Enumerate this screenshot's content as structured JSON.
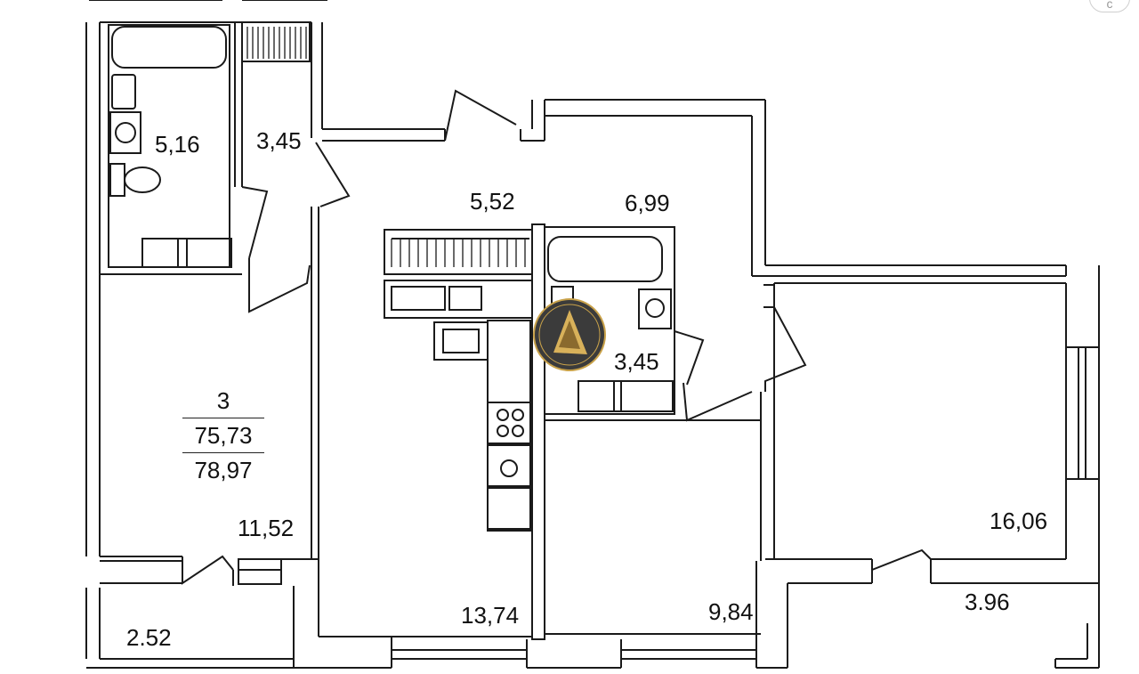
{
  "room_areas": {
    "bathroom_main": "5,16",
    "storage_top": "3,45",
    "hall": "5,52",
    "corridor": "6,99",
    "bathroom_small": "3,45",
    "living_left": "11,52",
    "kitchen": "13,74",
    "bedroom_middle": "9,84",
    "bedroom_right": "16,06",
    "balcony_left": "2.52",
    "balcony_right": "3.96"
  },
  "summary": {
    "rooms": "3",
    "living_area": "75,73",
    "total_area": "78,97"
  },
  "corner_glyph": "c"
}
